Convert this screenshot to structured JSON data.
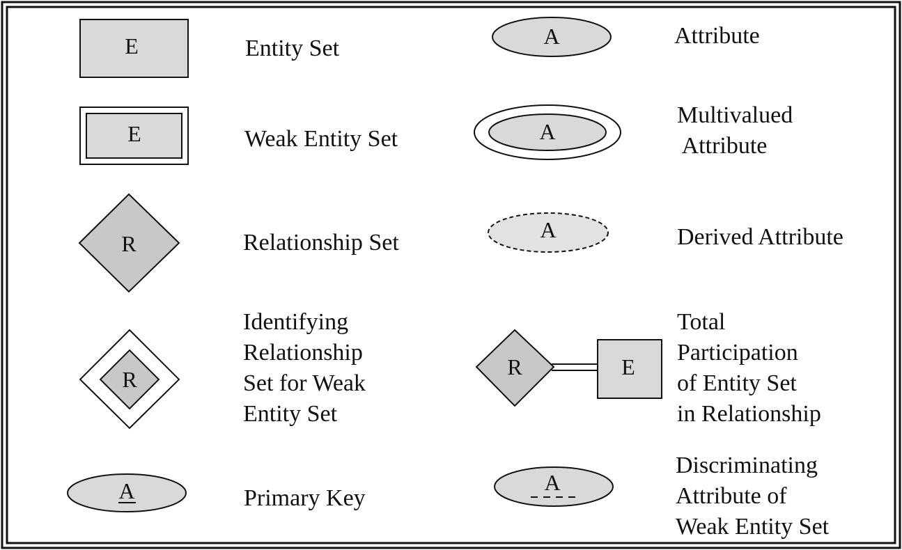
{
  "colors": {
    "shape_fill": "#d9d9d9",
    "diamond_fill": "#c8c8c8",
    "stroke": "#111111",
    "background": "#ffffff"
  },
  "legend": {
    "entity_set": {
      "symbol": "E",
      "label": "Entity Set"
    },
    "weak_entity_set": {
      "symbol": "E",
      "label": "Weak Entity Set"
    },
    "relationship_set": {
      "symbol": "R",
      "label": "Relationship Set"
    },
    "identifying_relationship": {
      "symbol": "R",
      "label": "Identifying\nRelationship\nSet for Weak\nEntity Set"
    },
    "primary_key": {
      "symbol": "A",
      "label": "Primary Key"
    },
    "attribute": {
      "symbol": "A",
      "label": "Attribute"
    },
    "multivalued_attribute": {
      "symbol": "A",
      "label": "Multivalued\n Attribute"
    },
    "derived_attribute": {
      "symbol": "A",
      "label": "Derived Attribute"
    },
    "total_participation": {
      "symbol_r": "R",
      "symbol_e": "E",
      "label": "Total\nParticipation\nof Entity Set\nin Relationship"
    },
    "discriminating_attribute": {
      "symbol": "A",
      "label": "Discriminating\nAttribute of\nWeak Entity Set"
    }
  }
}
